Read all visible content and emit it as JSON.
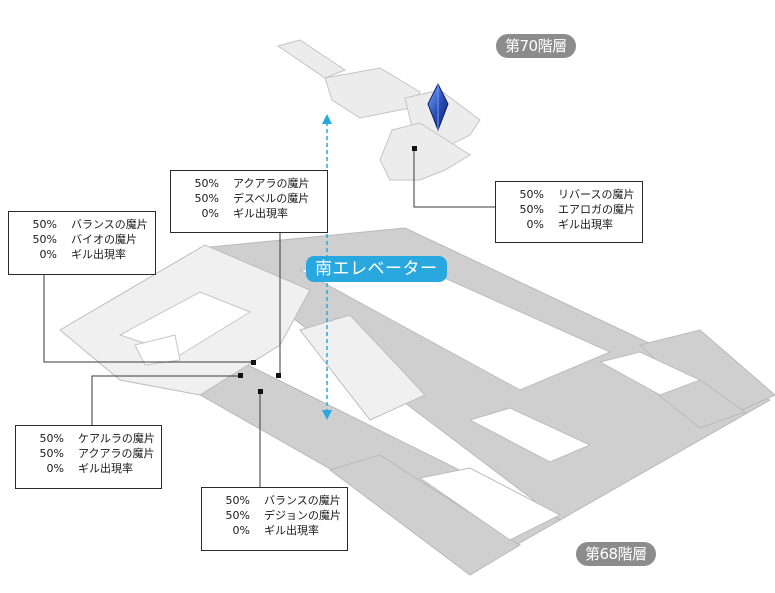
{
  "floors": {
    "upper": "第70階層",
    "lower": "第68階層"
  },
  "elevator": {
    "label": "南エレベーター"
  },
  "icons": {
    "crystal": "save-crystal-icon",
    "chest": "treasure-marker-icon"
  },
  "colors": {
    "floor_70": "#ececec",
    "floor_68_dark": "#cfcfcf",
    "floor_68_light": "#f0f0f0",
    "elevator": "#29a8e0",
    "label_bg": "#8c8c8c",
    "crystal": "#2a4fb8"
  },
  "boxes": [
    {
      "id": "box-top-left",
      "rows": [
        {
          "pct": "50%",
          "name": "バランスの魔片"
        },
        {
          "pct": "50%",
          "name": "バイオの魔片"
        },
        {
          "pct": "0%",
          "name": "ギル出現率"
        }
      ]
    },
    {
      "id": "box-top-center",
      "rows": [
        {
          "pct": "50%",
          "name": "アクアラの魔片"
        },
        {
          "pct": "50%",
          "name": "デスベルの魔片"
        },
        {
          "pct": "0%",
          "name": "ギル出現率"
        }
      ]
    },
    {
      "id": "box-right",
      "rows": [
        {
          "pct": "50%",
          "name": "リバースの魔片"
        },
        {
          "pct": "50%",
          "name": "エアロガの魔片"
        },
        {
          "pct": "0%",
          "name": "ギル出現率"
        }
      ]
    },
    {
      "id": "box-bottom-left",
      "rows": [
        {
          "pct": "50%",
          "name": "ケアルラの魔片"
        },
        {
          "pct": "50%",
          "name": "アクアラの魔片"
        },
        {
          "pct": "0%",
          "name": "ギル出現率"
        }
      ]
    },
    {
      "id": "box-bottom-center",
      "rows": [
        {
          "pct": "50%",
          "name": "バランスの魔片"
        },
        {
          "pct": "50%",
          "name": "デジョンの魔片"
        },
        {
          "pct": "0%",
          "name": "ギル出現率"
        }
      ]
    }
  ]
}
